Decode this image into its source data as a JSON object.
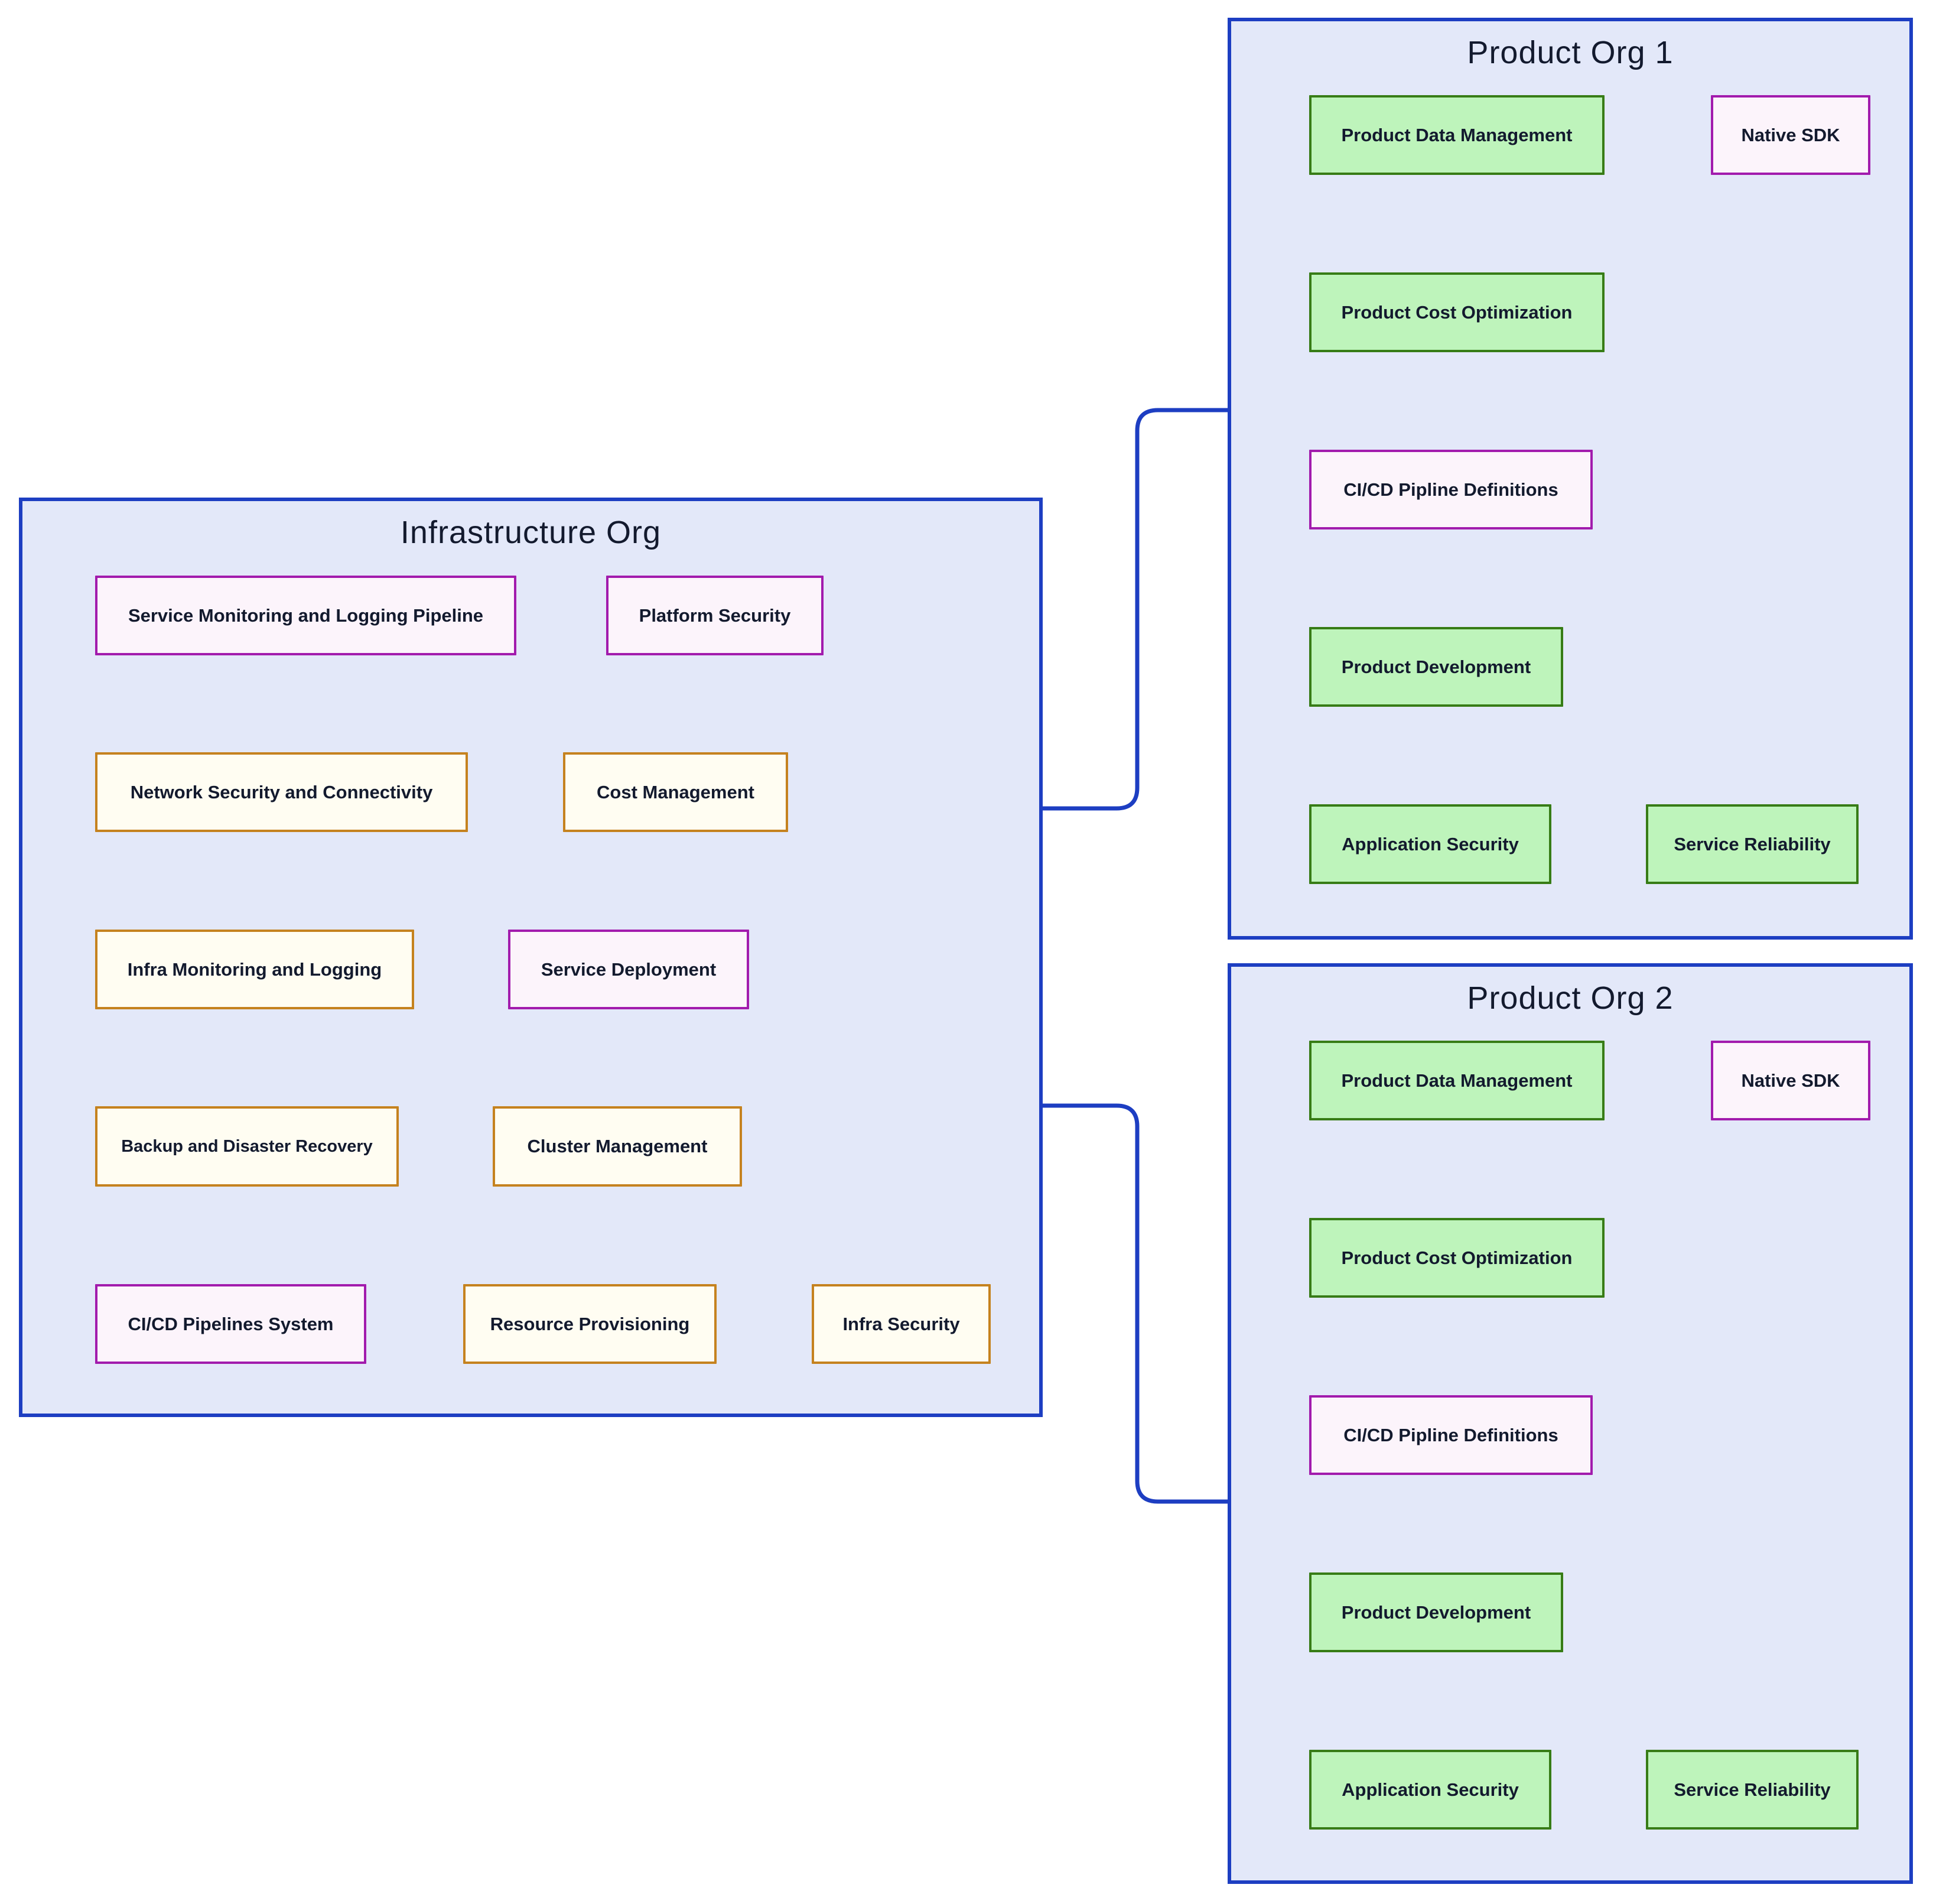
{
  "palette": {
    "org_fill": "#e3e8f9",
    "org_border": "#1d3ec2",
    "edge_line": "#1d3ec2",
    "green_fill": "#bef4bb",
    "green_border": "#377c16",
    "purple_fill": "#fcf4fb",
    "purple_border": "#a21bad",
    "orange_fill": "#fffdf2",
    "orange_border": "#c5821f",
    "text": "#131a2e"
  },
  "edges": [
    {
      "from": "Infrastructure Org",
      "to": "Product Org 1"
    },
    {
      "from": "Infrastructure Org",
      "to": "Product Org 2"
    }
  ],
  "orgs": [
    {
      "title": "Infrastructure Org",
      "nodes": [
        {
          "label": "Service Monitoring and Logging Pipeline",
          "style": "purple"
        },
        {
          "label": "Platform Security",
          "style": "purple"
        },
        {
          "label": "Network Security and Connectivity",
          "style": "orange"
        },
        {
          "label": "Cost Management",
          "style": "orange"
        },
        {
          "label": "Infra Monitoring and Logging",
          "style": "orange"
        },
        {
          "label": "Service Deployment",
          "style": "purple"
        },
        {
          "label": "Backup and Disaster Recovery",
          "style": "orange"
        },
        {
          "label": "Cluster Management",
          "style": "orange"
        },
        {
          "label": "CI/CD Pipelines System",
          "style": "purple"
        },
        {
          "label": "Resource Provisioning",
          "style": "orange"
        },
        {
          "label": "Infra Security",
          "style": "orange"
        }
      ]
    },
    {
      "title": "Product Org 1",
      "nodes": [
        {
          "label": "Product Data Management",
          "style": "green"
        },
        {
          "label": "Native SDK",
          "style": "purple"
        },
        {
          "label": "Product Cost Optimization",
          "style": "green"
        },
        {
          "label": "CI/CD Pipline Definitions",
          "style": "purple"
        },
        {
          "label": "Product Development",
          "style": "green"
        },
        {
          "label": "Application Security",
          "style": "green"
        },
        {
          "label": "Service Reliability",
          "style": "green"
        }
      ]
    },
    {
      "title": "Product Org 2",
      "nodes": [
        {
          "label": "Product Data Management",
          "style": "green"
        },
        {
          "label": "Native SDK",
          "style": "purple"
        },
        {
          "label": "Product Cost Optimization",
          "style": "green"
        },
        {
          "label": "CI/CD Pipline Definitions",
          "style": "purple"
        },
        {
          "label": "Product Development",
          "style": "green"
        },
        {
          "label": "Application Security",
          "style": "green"
        },
        {
          "label": "Service Reliability",
          "style": "green"
        }
      ]
    }
  ]
}
